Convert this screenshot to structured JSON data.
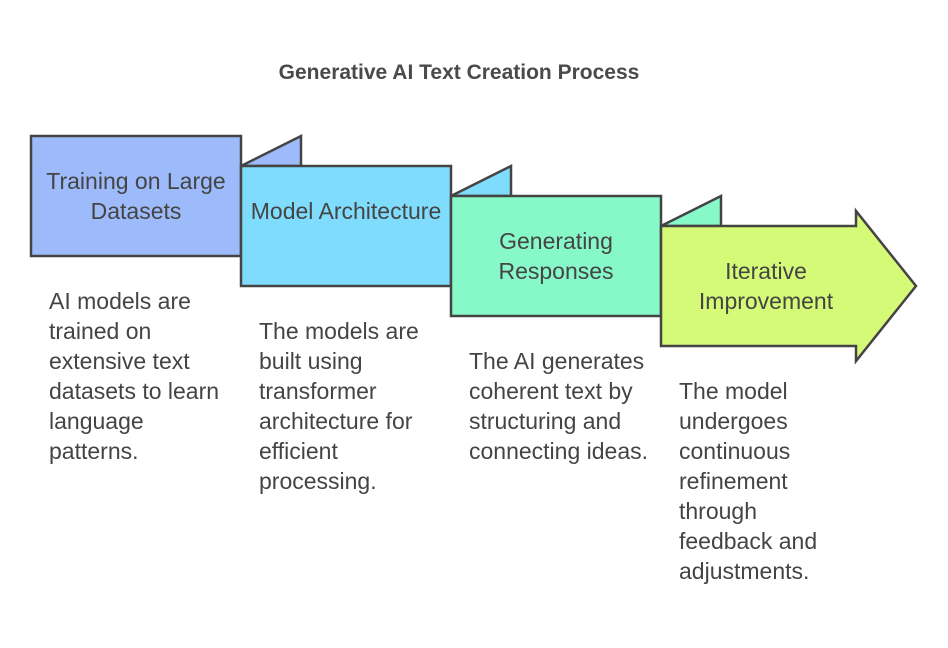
{
  "title": "Generative AI Text Creation Process",
  "steps": [
    {
      "label": "Training on Large Datasets",
      "description": "AI models are trained on extensive text datasets to learn language patterns.",
      "color": "#9DBBFA"
    },
    {
      "label": "Model Architecture",
      "description": "The models are built using transformer architecture for efficient processing.",
      "color": "#7FDCFC"
    },
    {
      "label": "Generating Responses",
      "description": "The AI generates coherent text by structuring and connecting ideas.",
      "color": "#87F9C8"
    },
    {
      "label": "Iterative Improvement",
      "description": "The model undergoes continuous refinement through feedback and adjustments.",
      "color": "#D4FA78"
    }
  ],
  "outline_color": "#444444"
}
